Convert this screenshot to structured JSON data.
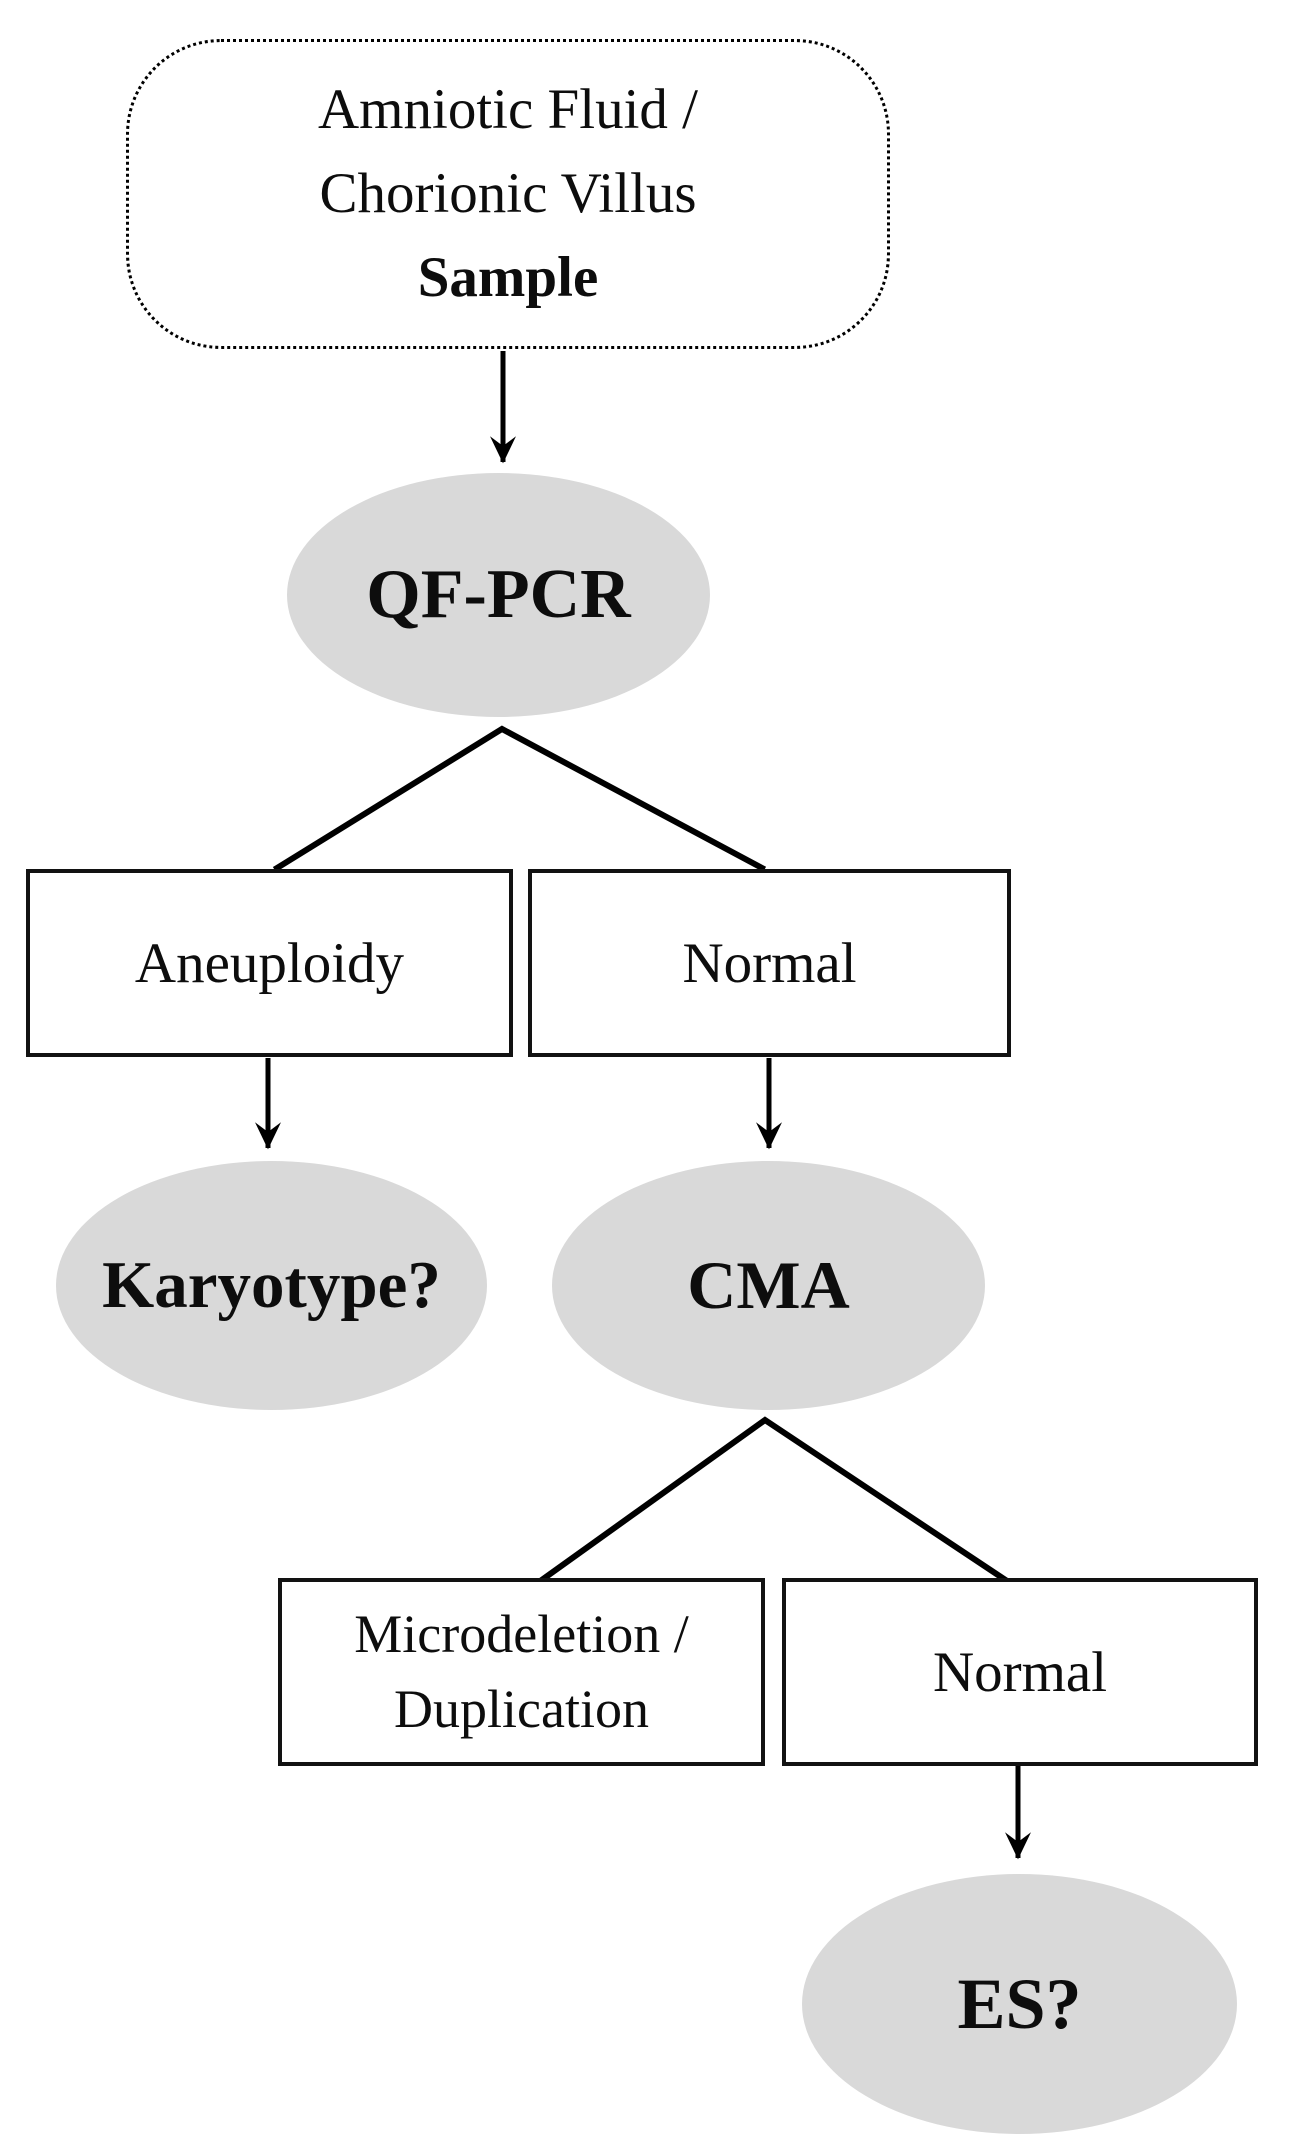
{
  "figure": {
    "type": "flowchart",
    "colors": {
      "background": "#ffffff",
      "node_fill": "#d9d9d9",
      "line": "#000000",
      "text": "#0d0d0d"
    },
    "nodes": {
      "sample": {
        "line1": "Amniotic Fluid /",
        "line2": "Chorionic Villus",
        "line3": "Sample",
        "shape": "rounded-rectangle-dotted"
      },
      "qfpcr": {
        "label": "QF-PCR",
        "shape": "ellipse"
      },
      "aneuploidy": {
        "label": "Aneuploidy",
        "shape": "rectangle"
      },
      "normal1": {
        "label": "Normal",
        "shape": "rectangle"
      },
      "karyotype": {
        "label": "Karyotype?",
        "shape": "ellipse"
      },
      "cma": {
        "label": "CMA",
        "shape": "ellipse"
      },
      "microdeletion": {
        "line1": "Microdeletion /",
        "line2": "Duplication",
        "shape": "rectangle"
      },
      "normal2": {
        "label": "Normal",
        "shape": "rectangle"
      },
      "es": {
        "label": "ES?",
        "shape": "ellipse"
      }
    },
    "edges": [
      {
        "from": "sample",
        "to": "qfpcr",
        "style": "arrow"
      },
      {
        "from": "qfpcr",
        "to": "aneuploidy",
        "style": "line"
      },
      {
        "from": "qfpcr",
        "to": "normal1",
        "style": "line"
      },
      {
        "from": "aneuploidy",
        "to": "karyotype",
        "style": "arrow"
      },
      {
        "from": "normal1",
        "to": "cma",
        "style": "arrow"
      },
      {
        "from": "cma",
        "to": "microdeletion",
        "style": "line"
      },
      {
        "from": "cma",
        "to": "normal2",
        "style": "line"
      },
      {
        "from": "normal2",
        "to": "es",
        "style": "arrow"
      }
    ]
  }
}
